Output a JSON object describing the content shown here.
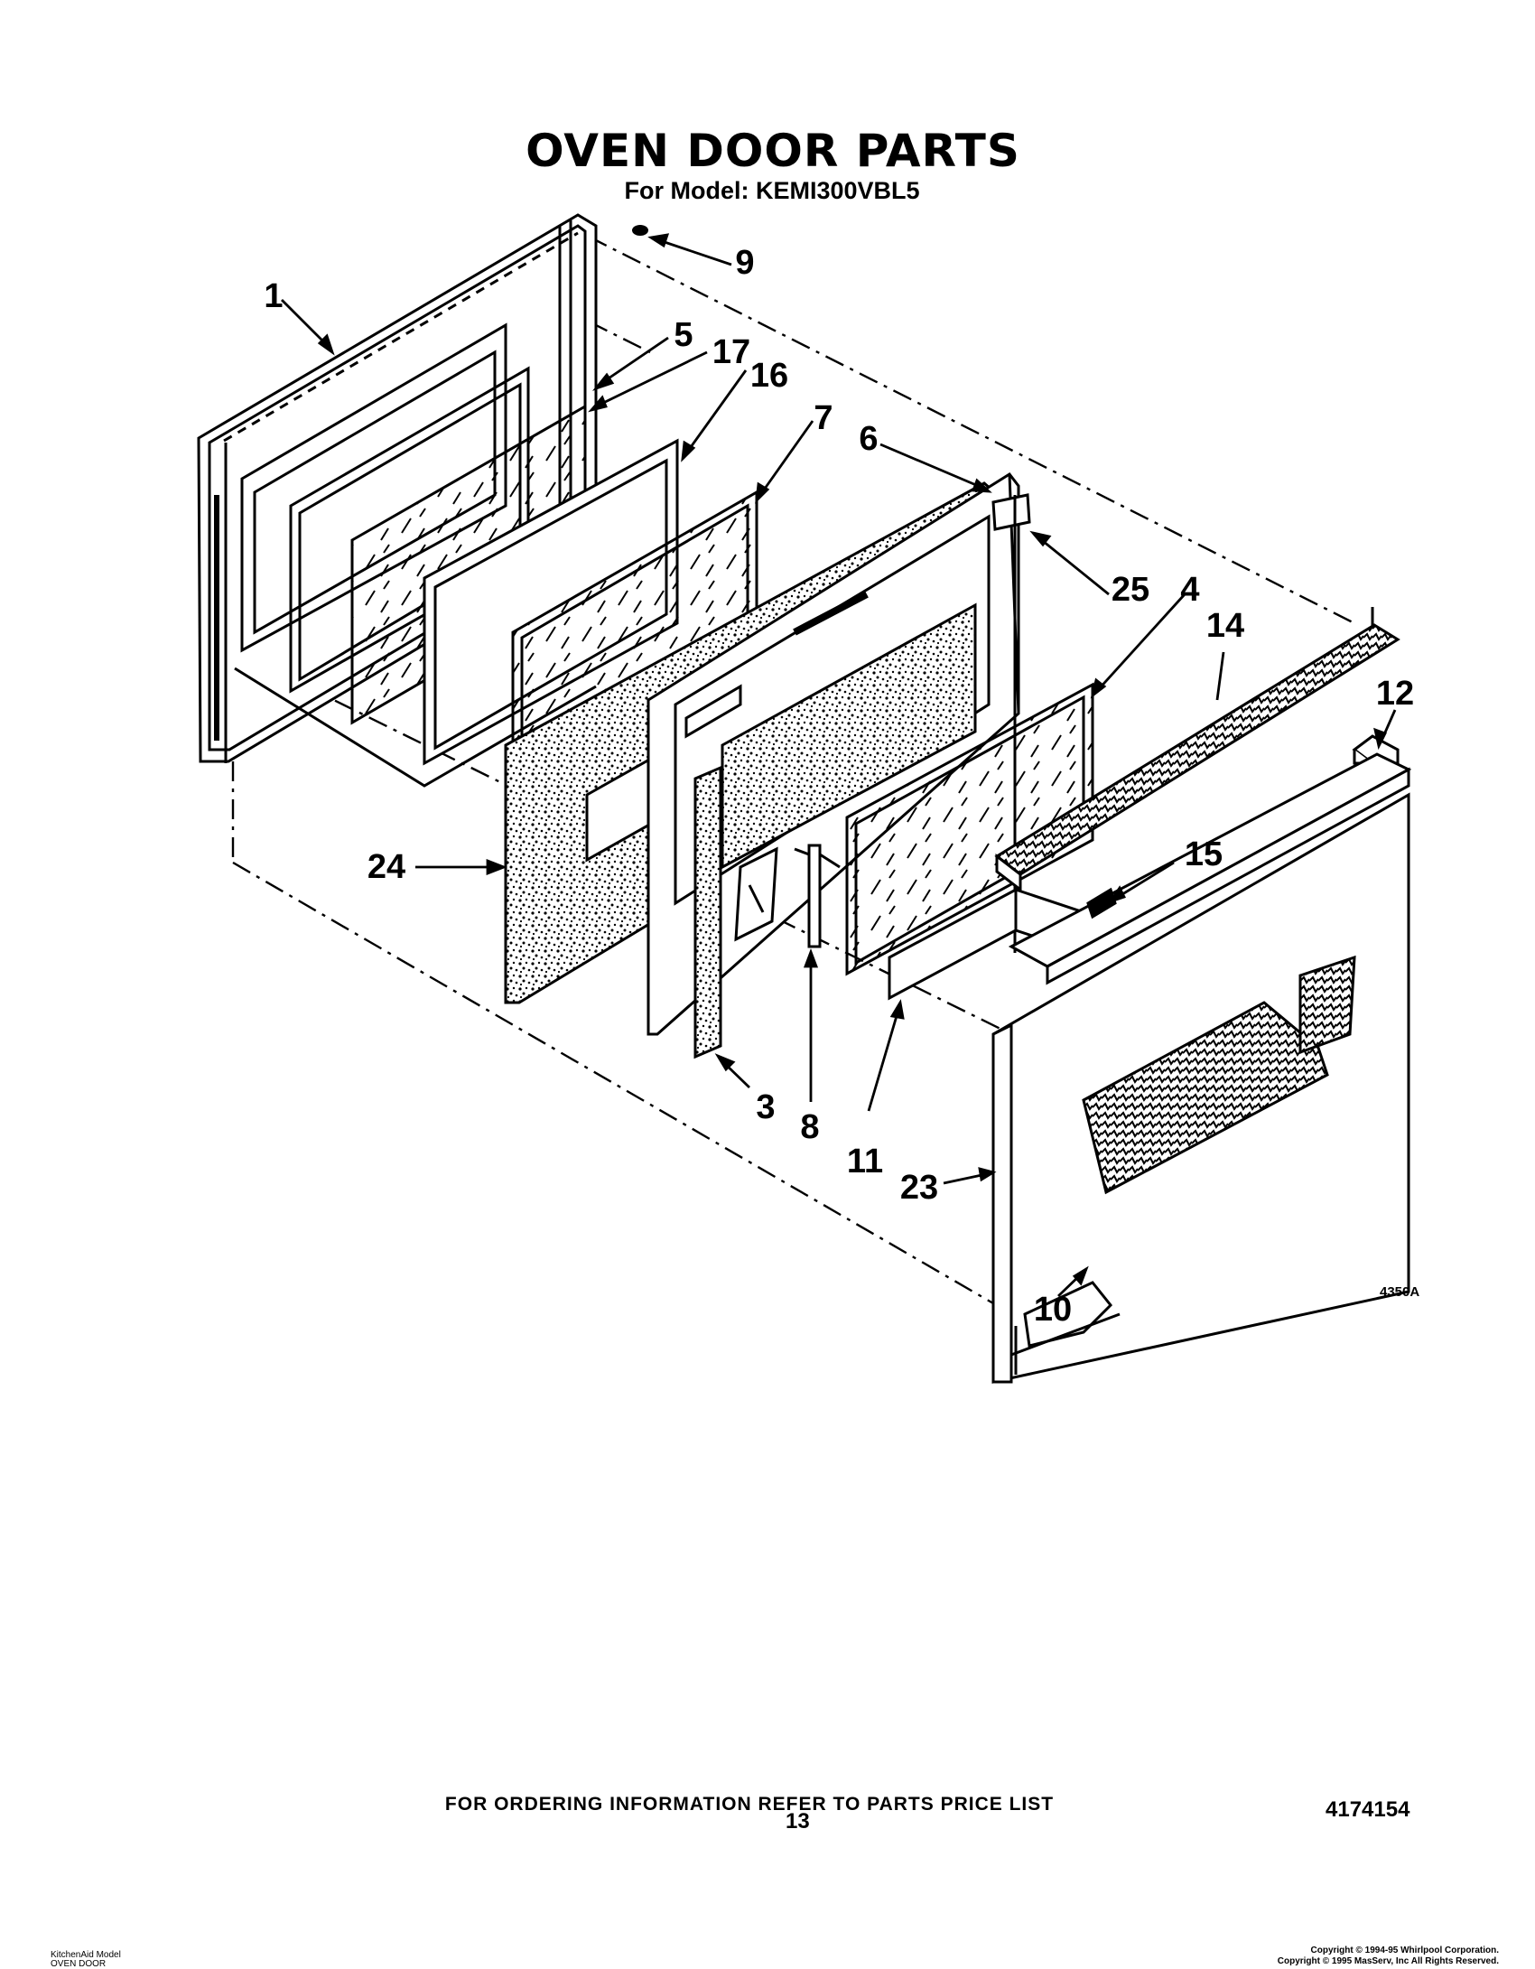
{
  "header": {
    "title": "OVEN DOOR PARTS",
    "subtitle": "For Model: KEMI300VBL5"
  },
  "callouts": [
    "1",
    "5",
    "17",
    "16",
    "7",
    "6",
    "9",
    "25",
    "4",
    "14",
    "12",
    "15",
    "24",
    "3",
    "8",
    "11",
    "23",
    "10"
  ],
  "drawing_code": "4350A",
  "footer": {
    "ordering_note": "FOR ORDERING INFORMATION REFER TO PARTS PRICE LIST",
    "page_number": "13",
    "part_number": "4174154",
    "model_note_1": "KitchenAid Model",
    "model_note_2": "OVEN DOOR",
    "copyright_1": "Copyright © 1994-95 Whirlpool Corporation.",
    "copyright_2": "Copyright © 1995 MasServ, Inc   All Rights Reserved."
  }
}
